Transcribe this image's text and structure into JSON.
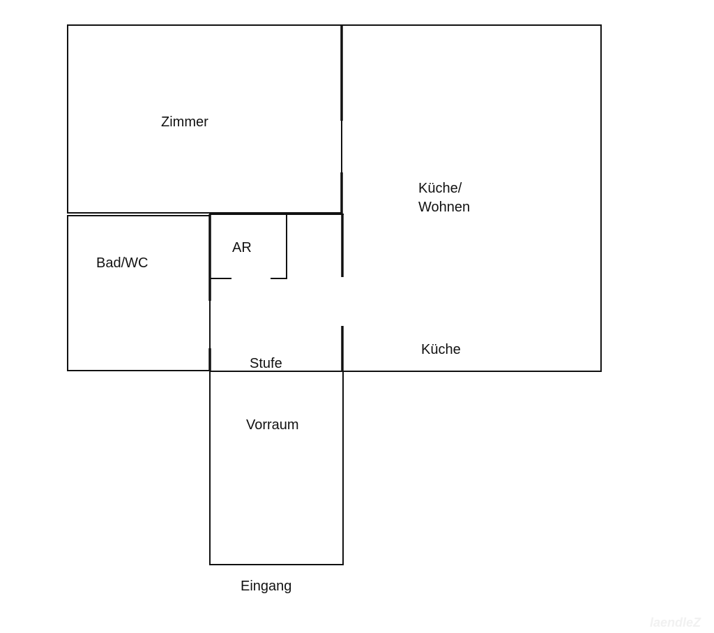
{
  "floorplan": {
    "colors": {
      "background": "#ffffff",
      "walls": "#111111",
      "watermark": "#f1f1f1"
    },
    "rooms": [
      {
        "id": "zimmer",
        "label": "Zimmer"
      },
      {
        "id": "kueche_wohnen",
        "label_line1": "Küche/",
        "label_line2": "Wohnen"
      },
      {
        "id": "ar",
        "label": "AR"
      },
      {
        "id": "bad_wc",
        "label": "Bad/WC"
      },
      {
        "id": "stufe",
        "label": "Stufe"
      },
      {
        "id": "kueche",
        "label": "Küche"
      },
      {
        "id": "vorraum",
        "label": "Vorraum"
      }
    ],
    "entrance": {
      "label": "Eingang"
    },
    "watermark": {
      "label": "laendleZ"
    }
  }
}
